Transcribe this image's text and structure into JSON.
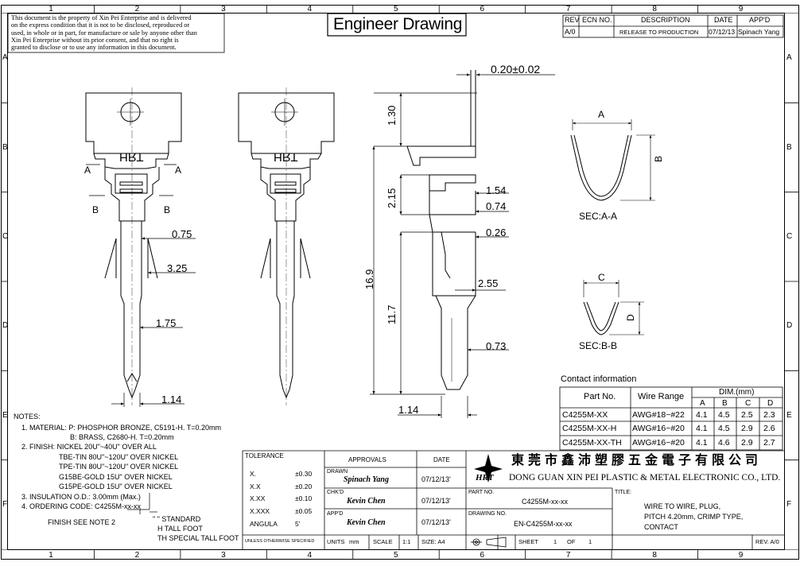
{
  "grid": {
    "cols": [
      "1",
      "2",
      "3",
      "4",
      "5",
      "6",
      "7",
      "8",
      "9"
    ],
    "rows": [
      "A",
      "B",
      "C",
      "D",
      "E",
      "F"
    ]
  },
  "disclaimer": [
    "This document is the property of Xin Pei Enterprise and is delivered",
    "on  the  express condition that it is not to be disclosed, reproduced or",
    "used, in whole or in part, for manufacture or sale by anyone other than",
    "Xin Pei Enterprise  without  its  prior consent, and  that  no right  is",
    "granted to disclose or to use any information in this document."
  ],
  "title_box": "Engineer Drawing",
  "revision": {
    "headers": [
      "REV",
      "ECN NO.",
      "DESCRIPTION",
      "DATE",
      "APP'D"
    ],
    "row": [
      "A/0",
      "",
      "RELEASE TO PRODUCTION",
      "07/12/13",
      "Spinach Yang"
    ]
  },
  "dims": {
    "thickness": "0.20±0.02",
    "d130": "1.30",
    "d215": "2.15",
    "d169": "16.9",
    "d117": "11.7",
    "d154": "1.54",
    "d074": "0.74",
    "d026": "0.26",
    "d255": "2.55",
    "d073": "0.73",
    "d114_side": "1.14",
    "d075": "0.75",
    "d325": "3.25",
    "d175": "1.75",
    "d114_front": "1.14"
  },
  "labels": {
    "sec_a_left": "A",
    "sec_a_right": "A",
    "sec_b_left": "B",
    "sec_b_right": "B",
    "stamp": "HRT",
    "dim_a": "A",
    "dim_b": "B",
    "dim_c": "C",
    "dim_d": "D",
    "sec_aa": "SEC:A-A",
    "sec_bb": "SEC:B-B"
  },
  "contact_info": {
    "title": "Contact information",
    "headers": {
      "part": "Part No.",
      "wire": "Wire Range",
      "dim": "DIM.(mm)",
      "a": "A",
      "b": "B",
      "c": "C",
      "d": "D"
    },
    "rows": [
      {
        "part": "C4255M-XX",
        "wire": "AWG#18~#22",
        "a": "4.1",
        "b": "4.5",
        "c": "2.5",
        "d": "2.3"
      },
      {
        "part": "C4255M-XX-H",
        "wire": "AWG#16~#20",
        "a": "4.1",
        "b": "4.5",
        "c": "2.9",
        "d": "2.6"
      },
      {
        "part": "C4255M-XX-TH",
        "wire": "AWG#16~#20",
        "a": "4.1",
        "b": "4.6",
        "c": "2.9",
        "d": "2.7"
      }
    ]
  },
  "notes": {
    "title": "NOTES:",
    "lines": [
      "1. MATERIAL: P: PHOSPHOR BRONZE, C5191-H. T=0.20mm",
      "B: BRASS, C2680-H. T=0.20mm",
      "2. FINISH: NICKEL 20U\"~40U\" OVER ALL",
      "TBE-TIN 80U\"~120U\" OVER NICKEL",
      "TPE-TIN 80U\"~120U\" OVER NICKEL",
      "G15BE-GOLD 15U\" OVER NICKEL",
      "G15PE-GOLD 15U\" OVER NICKEL",
      "3. INSULATION O.D.: 3.00mm (Max.)",
      "4. ORDERING CODE: C4255M-xx-xx"
    ],
    "finish_see": "FINISH SEE NOTE 2",
    "opt1": "\" \" STANDARD",
    "opt2": "H TALL FOOT",
    "opt3": "TH SPECIAL TALL FOOT"
  },
  "tolerance": {
    "title": "TOLERANCE",
    "rows": [
      [
        "X.",
        "±0.30"
      ],
      [
        "X.X",
        "±0.20"
      ],
      [
        "X.XX",
        "±0.10"
      ],
      [
        "X.XXX",
        "±0.05"
      ],
      [
        "ANGULA",
        "5'"
      ]
    ],
    "footer": "UNLESS OTHERWISE SPECIFIED"
  },
  "approvals": {
    "head": "APPROVALS",
    "date_head": "DATE",
    "drawn_label": "DRAWN",
    "drawn_by": "Spinach Yang",
    "drawn_date": "07/12/13'",
    "chkd_label": "CHK'D",
    "chkd_by": "Kevin Chen",
    "chkd_date": "07/12/13'",
    "appd_label": "APP'D",
    "appd_by": "Kevin Chen",
    "appd_date": "07/12/13'"
  },
  "company": {
    "logo_text": "HRT",
    "cn": "東 莞 市 鑫 沛 塑 膠 五 金 電 子 有 限 公 司",
    "en": "DONG GUAN XIN PEI PLASTIC & METAL ELECTRONIC CO., LTD."
  },
  "part_no": {
    "label": "PART NO.",
    "value": "C4255M-xx-xx"
  },
  "drawing_no": {
    "label": "DRAWING NO.",
    "value": "EN-C4255M-xx-xx"
  },
  "title_block": {
    "label": "TITLE:",
    "lines": [
      "WIRE TO WIRE, PLUG,",
      "PITCH 4.20mm, CRIMP TYPE,",
      "CONTACT"
    ]
  },
  "footer": {
    "units_label": "UNITS",
    "units_value": "mm",
    "scale_label": "SCALE",
    "scale_value": "1:1",
    "size": "SIZE: A4",
    "sheet_label": "SHEET",
    "sheet_num": "1",
    "of_label": "OF",
    "sheet_total": "1",
    "rev": "REV. A/0"
  }
}
